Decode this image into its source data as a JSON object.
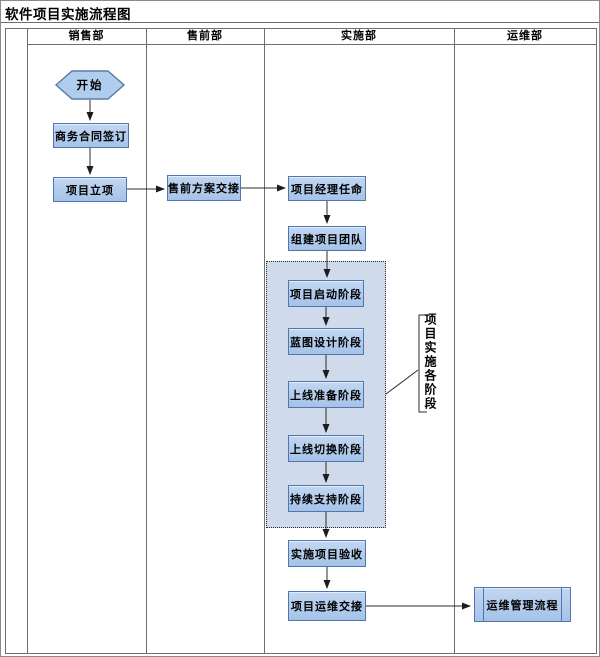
{
  "title": "软件项目实施流程图",
  "lanes": {
    "sales": "销售部",
    "presales": "售前部",
    "implementation": "实施部",
    "operations": "运维部"
  },
  "nodes": {
    "start": "开始",
    "contract_signing": "商务合同签订",
    "project_initiation": "项目立项",
    "presales_handover": "售前方案交接",
    "pm_appointment": "项目经理任命",
    "team_formation": "组建项目团队",
    "phase_kickoff": "项目启动阶段",
    "phase_blueprint": "蓝图设计阶段",
    "phase_golive_prep": "上线准备阶段",
    "phase_golive_switch": "上线切换阶段",
    "phase_support": "持续支持阶段",
    "project_acceptance": "实施项目验收",
    "om_handover": "项目运维交接",
    "om_process": "运维管理流程"
  },
  "annotation": {
    "bracket_label": "项目实施各阶段"
  },
  "colors": {
    "node_fill_top": "#c2d6f1",
    "node_fill_bottom": "#a5c3e8",
    "node_border": "#4f77ad",
    "dashed_group_fill": "#cfdbeb",
    "connector_line": "#2b2b2b",
    "grid_line": "#6e6e6e"
  }
}
